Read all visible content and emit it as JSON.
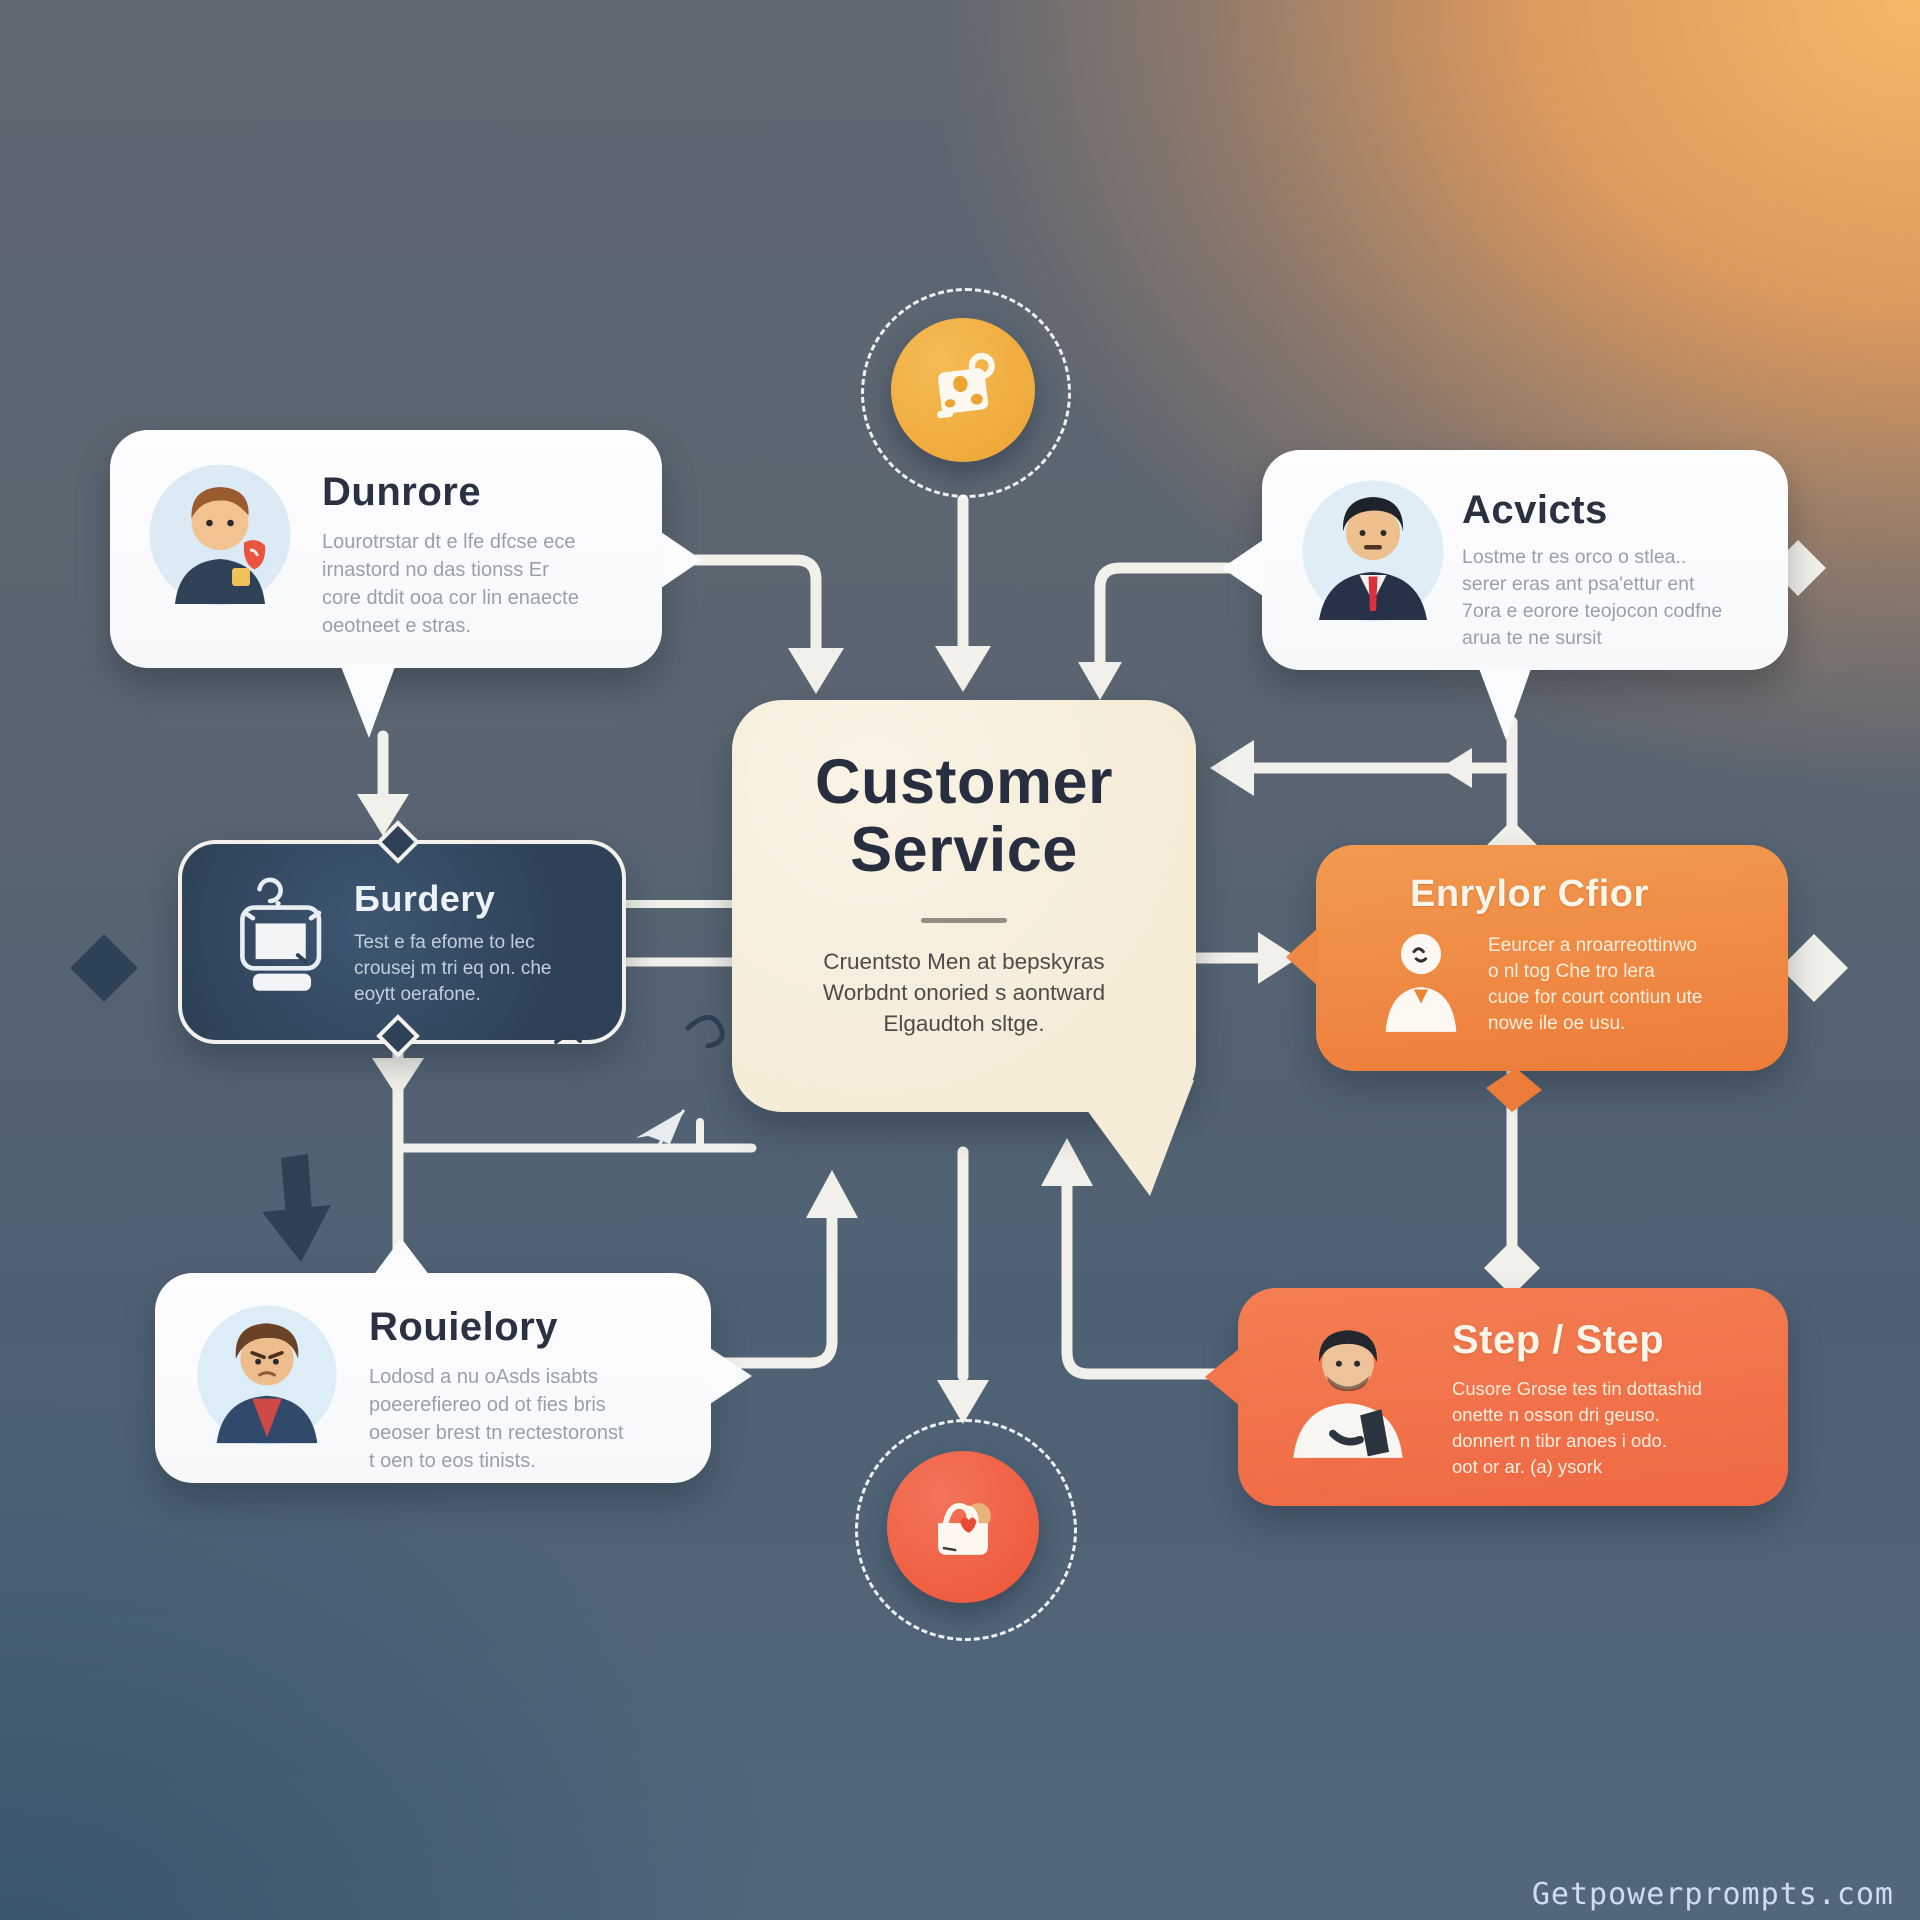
{
  "diagram": {
    "center": {
      "title": "Customer Service",
      "description": "Cruentsto Men at bepskyras\nWorbdnt onoried s aontward\nElgaudtoh sltge."
    },
    "nodes": {
      "top_left": {
        "title": "Dunrore",
        "description": "Lourotrstar dt e lfe dfcse ece\nirnastord no das tionss Er\ncore dtdit ooa cor lin enaecte\noeotneet e stras."
      },
      "top_right": {
        "title": "Acvicts",
        "description": "Lostme tr es orco o stlea..\nserer eras ant psa'ettur ent\n7ora e eorore teojocon codfne\narua te ne sursit"
      },
      "mid_left": {
        "title": "Бurdery",
        "description": "Test e fa efome to lec\ncrousej m tri eq on. che\neoytt oerafone."
      },
      "mid_right": {
        "title": "Enrylor Cfior",
        "description": "Eeurcer a nroarreottinwo\no nl tog Che tro lera\ncuoe for court contiun ute\nnowe ile oe usu."
      },
      "bottom_left": {
        "title": "Rouielory",
        "description": "Lodosd a nu oAsds isabts\npoeerefiereo od ot fies bris\noeoser brest tn rectestoronst\nt oen to eos tinists."
      },
      "bottom_right": {
        "title": "Step / Step",
        "description": "Cusore Grose tes tin dottashid\nonette n osson dri geuso.\ndonnert n tibr anoes i odo.\noot or ar. (a) ysork"
      }
    },
    "icons": {
      "top_circle": "package-box-icon",
      "bottom_circle": "shopping-bag-icon"
    },
    "colors": {
      "connector": "#f2f0ea",
      "dark_navy": "#2e4156",
      "cream": "#f6edda",
      "orange": "#ec7c39",
      "red_orange": "#ef6843",
      "amber_circle": "#f1ad45",
      "red_circle": "#f0593b"
    },
    "watermark": "Getpowerprompts.com"
  }
}
